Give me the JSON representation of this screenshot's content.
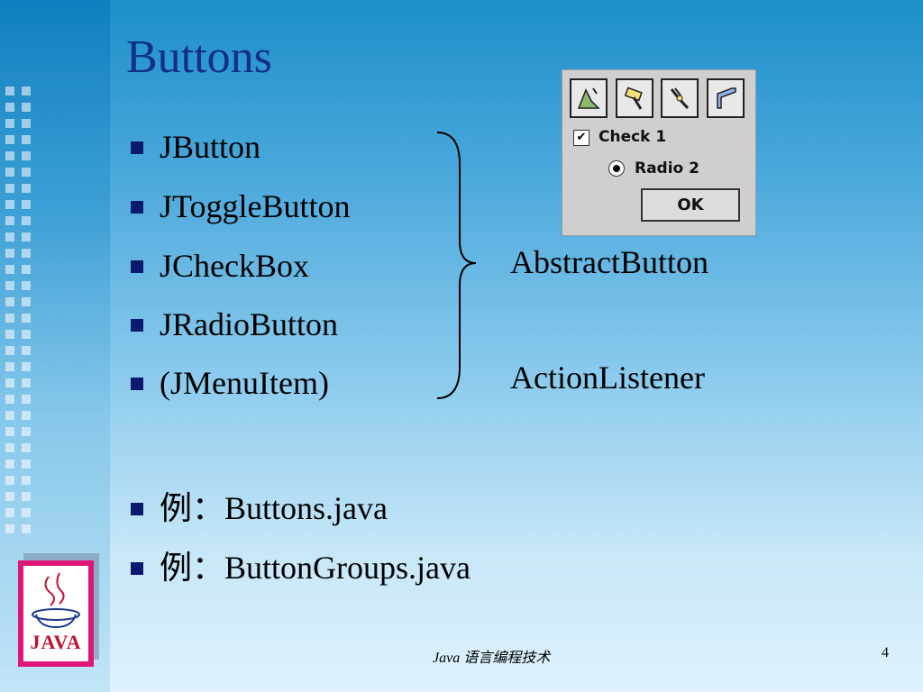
{
  "slide": {
    "title": "Buttons",
    "bullets": [
      "JButton",
      "JToggleButton",
      "JCheckBox",
      "JRadioButton",
      "(JMenuItem)"
    ],
    "examples": [
      "例：Buttons.java",
      "例：ButtonGroups.java"
    ],
    "right_labels": [
      "AbstractButton",
      "ActionListener"
    ],
    "footer": "Java 语言编程技术",
    "page_number": "4"
  },
  "demo_window": {
    "check_label": "Check 1",
    "check_mark": "✔",
    "radio_label": "Radio 2",
    "ok_label": "OK",
    "toolbar_icons": [
      "paint-icon",
      "hammer-icon",
      "pliers-icon",
      "pages-icon"
    ]
  },
  "logo": {
    "text": "JAVA"
  }
}
